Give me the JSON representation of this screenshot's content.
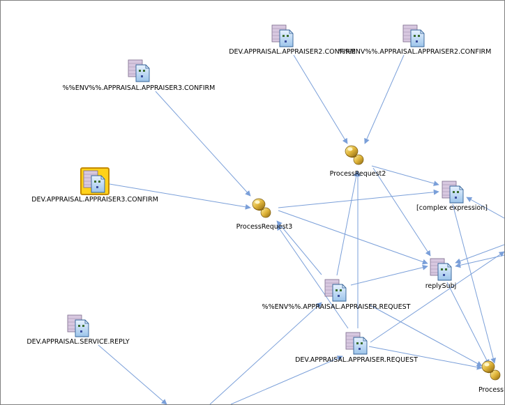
{
  "nodes": [
    {
      "id": "n_dev_appr2_confirm",
      "kind": "destination",
      "label": "DEV.APPRAISAL.APPRAISER2.CONFIRM",
      "selected": false
    },
    {
      "id": "n_env_appr2_confirm",
      "kind": "destination",
      "label": "%%ENV%%.APPRAISAL.APPRAISER2.CONFIRM",
      "selected": false
    },
    {
      "id": "n_env_appr3_confirm",
      "kind": "destination",
      "label": "%%ENV%%.APPRAISAL.APPRAISER3.CONFIRM",
      "selected": false
    },
    {
      "id": "n_process2",
      "kind": "process",
      "label": "ProcessRequest2",
      "selected": false
    },
    {
      "id": "n_dev_appr3_confirm",
      "kind": "destination",
      "label": "DEV.APPRAISAL.APPRAISER3.CONFIRM",
      "selected": true
    },
    {
      "id": "n_complex",
      "kind": "destination",
      "label": "[complex expression]",
      "selected": false
    },
    {
      "id": "n_process3",
      "kind": "process",
      "label": "ProcessRequest3",
      "selected": false
    },
    {
      "id": "n_replysubj",
      "kind": "destination",
      "label": "replySubj",
      "selected": false
    },
    {
      "id": "n_env_appr_request",
      "kind": "destination",
      "label": "%%ENV%%.APPRAISAL.APPRAISER.REQUEST",
      "selected": false
    },
    {
      "id": "n_dev_service_reply",
      "kind": "destination",
      "label": "DEV.APPRAISAL.SERVICE.REPLY",
      "selected": false
    },
    {
      "id": "n_dev_appr_request",
      "kind": "destination",
      "label": "DEV.APPRAISAL.APPRAISER.REQUEST",
      "selected": false
    },
    {
      "id": "n_process_right",
      "kind": "process",
      "label": "ProcessReq",
      "selected": false
    }
  ],
  "edges": [
    {
      "from": "n_dev_appr2_confirm",
      "to": "n_process2"
    },
    {
      "from": "n_env_appr2_confirm",
      "to": "n_process2"
    },
    {
      "from": "n_env_appr3_confirm",
      "to": "n_process3"
    },
    {
      "from": "n_dev_appr3_confirm",
      "to": "n_process3"
    },
    {
      "from": "n_process2",
      "to": "n_complex"
    },
    {
      "from": "n_process2",
      "to": "n_replysubj"
    },
    {
      "from": "n_process3",
      "to": "n_complex"
    },
    {
      "from": "n_process3",
      "to": "n_replysubj"
    },
    {
      "from": "n_env_appr_request",
      "to": "n_process3"
    },
    {
      "from": "n_env_appr_request",
      "to": "n_process2"
    },
    {
      "from": "n_env_appr_request",
      "to": "n_replysubj"
    },
    {
      "from": "n_dev_appr_request",
      "to": "n_process3"
    },
    {
      "from": "n_dev_appr_request",
      "to": "n_process2"
    },
    {
      "from": "n_dev_appr_request",
      "to": "n_process_right"
    },
    {
      "from": "n_env_appr_request",
      "to": "n_process_right"
    },
    {
      "from": "n_replysubj",
      "to": "n_process_right"
    },
    {
      "from": "n_complex",
      "to": "n_process_right"
    },
    {
      "from": "n_dev_appr_request",
      "to": "offscreen_right_low"
    },
    {
      "from": "offscreen_right_mid",
      "to": "n_replysubj"
    },
    {
      "from": "offscreen_right_mid2",
      "to": "n_replysubj"
    },
    {
      "from": "offscreen_right_top",
      "to": "n_complex"
    },
    {
      "from": "n_dev_service_reply",
      "to": "offscreen_bottom_a"
    },
    {
      "from": "offscreen_bottom_b",
      "to": "n_env_appr_request"
    },
    {
      "from": "offscreen_bottom_c",
      "to": "n_dev_appr_request"
    }
  ],
  "colors": {
    "edge": "#7a9fd9",
    "selected_fill": "#ffd21a",
    "selected_border": "#c48a00",
    "destination_back": "#d8c8e0",
    "destination_front": "#b8d4f0",
    "process_gold": "#d4a526"
  }
}
